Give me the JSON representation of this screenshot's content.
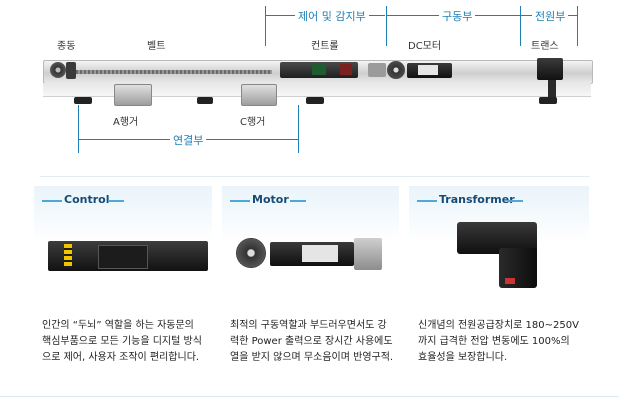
{
  "diagram": {
    "sections": [
      {
        "id": "control-sense",
        "label": "제어 및 감지부"
      },
      {
        "id": "drive",
        "label": "구동부"
      },
      {
        "id": "power",
        "label": "전원부"
      },
      {
        "id": "connection",
        "label": "연결부"
      }
    ],
    "components": {
      "idler": "종동",
      "belt": "벨트",
      "controller": "컨트롤",
      "dc_motor": "DC모터",
      "transformer": "트랜스",
      "hanger_a": "A행거",
      "hanger_c": "C행거"
    }
  },
  "panels": [
    {
      "id": "control",
      "title": "Control",
      "desc_lines": [
        "인간의 “두뇌” 역할을 하는 자동문의",
        "핵심부품으로 모든 기능을 디지털 방식",
        "으로 제어, 사용자 조작이 편리합니다."
      ]
    },
    {
      "id": "motor",
      "title": "Motor",
      "desc_lines": [
        "최적의 구동역할과 부드러우면서도 강",
        "력한 Power 출력으로 장시간 사용에도",
        "열을 받지 않으며 무소음이며 반영구적."
      ]
    },
    {
      "id": "transformer",
      "title": "Transformer",
      "desc_lines": [
        "신개념의 전원공급장치로 180~250V",
        "까지 급격한 전압 변동에도 100%의",
        "효율성을 보장합니다."
      ]
    }
  ],
  "colors": {
    "accent": "#1f7fb5",
    "title": "#184a75",
    "panel_bg": "#e9f4fa"
  }
}
